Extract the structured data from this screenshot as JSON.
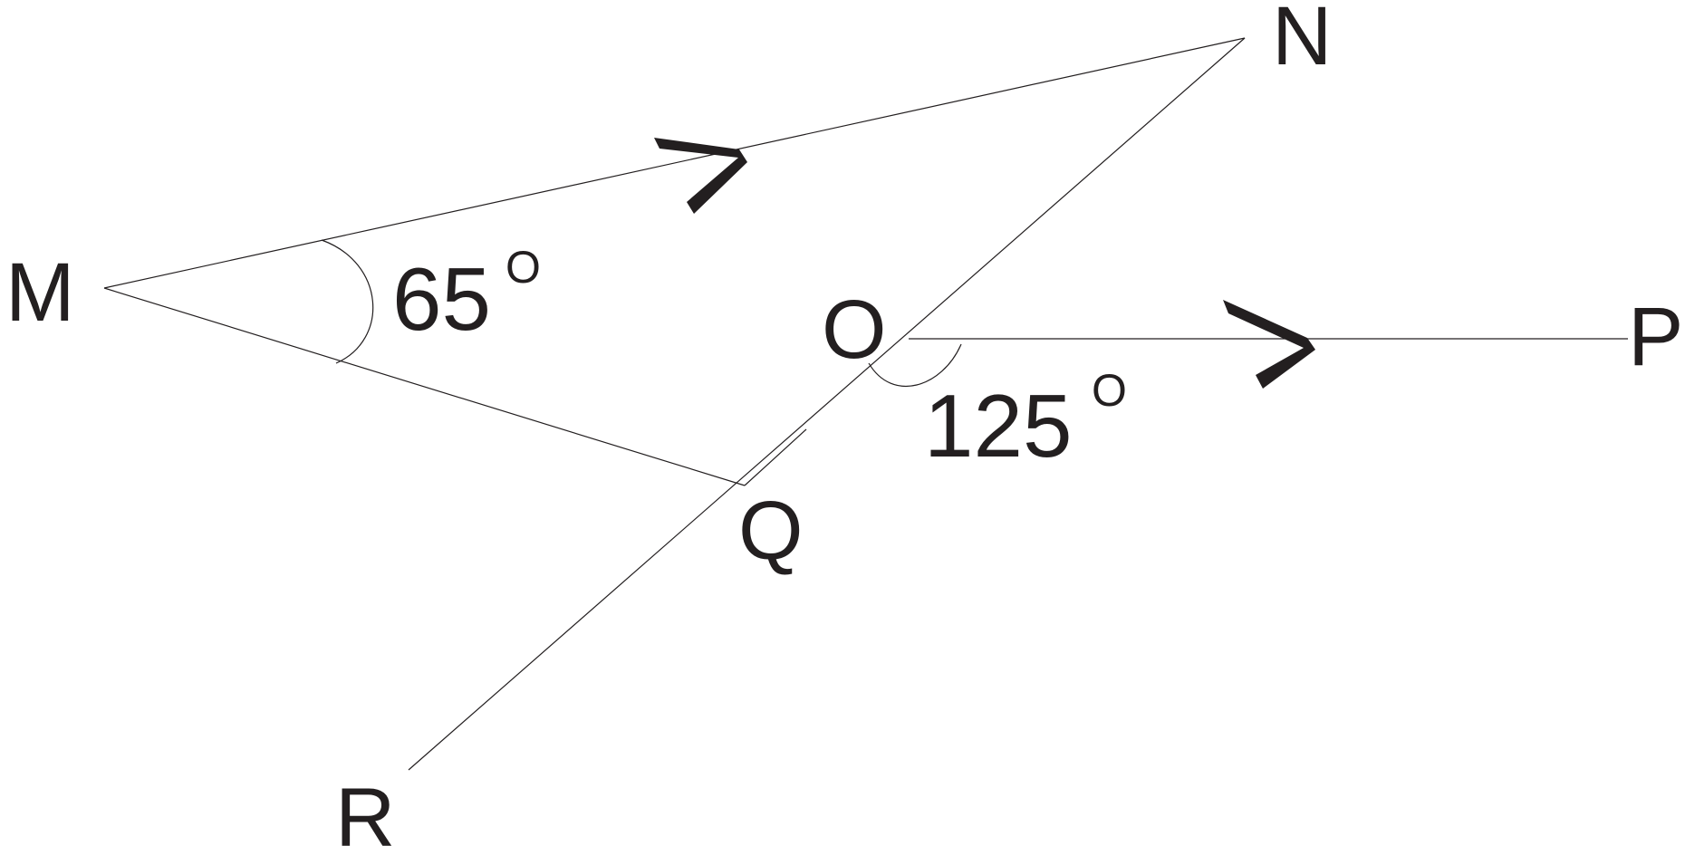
{
  "points": {
    "M": "M",
    "N": "N",
    "O": "O",
    "P": "P",
    "Q": "Q",
    "R": "R"
  },
  "angles": {
    "at_M": {
      "value": "65",
      "unit": "O"
    },
    "at_O": {
      "value": "125",
      "unit": "O"
    }
  },
  "parallel_marks": {
    "MN": "arrow",
    "OP": "arrow"
  },
  "segments": [
    "MN",
    "MQ",
    "NR",
    "OP"
  ]
}
